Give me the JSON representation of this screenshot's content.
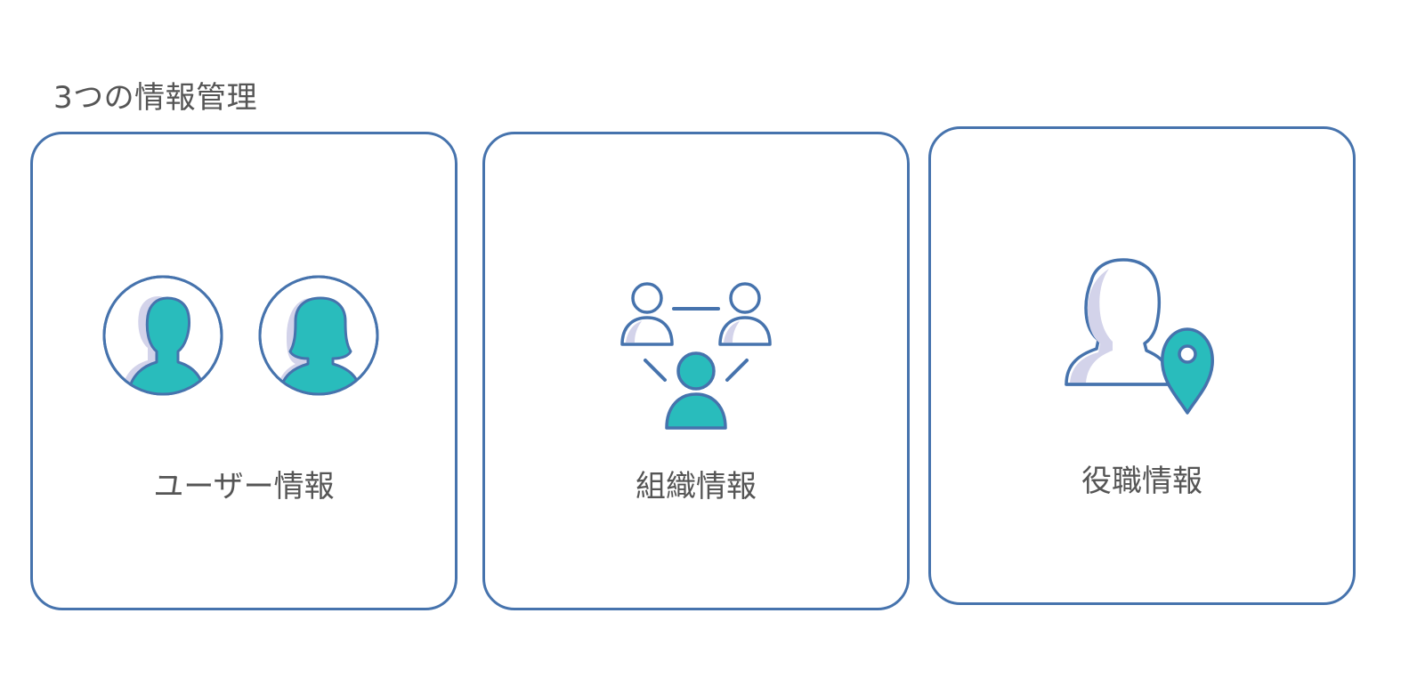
{
  "section": {
    "title": "3つの情報管理"
  },
  "cards": [
    {
      "label": "ユーザー情報",
      "icon": "users-icon"
    },
    {
      "label": "組織情報",
      "icon": "organization-network-icon"
    },
    {
      "label": "役職情報",
      "icon": "user-location-icon"
    }
  ],
  "colors": {
    "border": "#4673ad",
    "accent": "#29bcbc",
    "shadow": "#d3d3ea",
    "text": "#555555"
  }
}
